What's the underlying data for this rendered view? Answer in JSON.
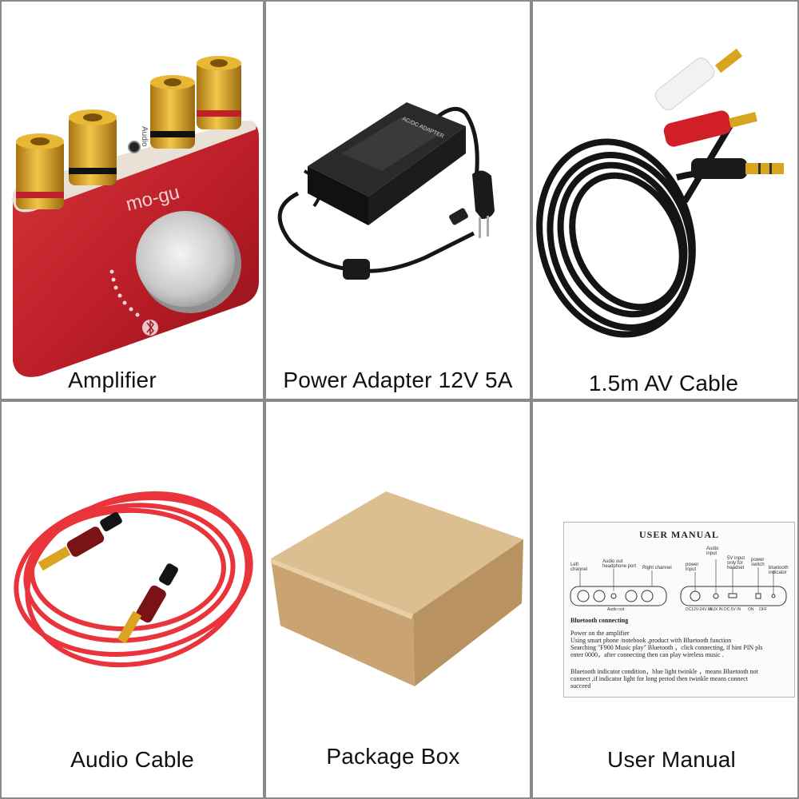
{
  "items": [
    {
      "caption": "Amplifier",
      "logo_text": "mo-gu",
      "port_label": "Audio"
    },
    {
      "caption": "Power Adapter 12V 5A",
      "label_text": "AC/DC ADAPTER"
    },
    {
      "caption": "1.5m AV Cable"
    },
    {
      "caption": "Audio Cable"
    },
    {
      "caption": "Package Box"
    },
    {
      "caption": "User Manual"
    }
  ],
  "manual": {
    "title": "USER    MANUAL",
    "labels": {
      "left_channel": "Left channel",
      "audio_out": "Audio out headphone port",
      "right_channel": "Right channel",
      "power_input": "power input",
      "audio_input": "Audio input",
      "usb_5v": "5V input only for headset",
      "power_switch": "power switch",
      "bt_indicator": "bluetooth indicator",
      "audio_out_small": "Audio out",
      "dc_in": "DC12V-24V IN",
      "aux_in": "AUX IN",
      "dc5v": "DC 5V IN",
      "on": "ON",
      "off": "OFF"
    },
    "section_heading": "Bluetooth connecting",
    "paragraph1": [
      "Power on the amplifier",
      "Using smart phone /notebook ,product with Bluetooth function",
      "Searching \"F900 Music play\" Bluetooth ，click connecting, if hint PIN pls",
      "enter 0000，after connecting then can play wireless music ."
    ],
    "paragraph2": [
      "Bluetooth   indicator condition，blue light twinkle ，means Bluetooth not",
      "connect ,if indicator light for long period then twinkle means connect",
      "succeed"
    ]
  },
  "colors": {
    "amp_red": "#c0202a",
    "gold": "#d9a520",
    "cable_red": "#e8343a",
    "box_kraft": "#d7b888",
    "grid_line": "#8a8a8a"
  }
}
